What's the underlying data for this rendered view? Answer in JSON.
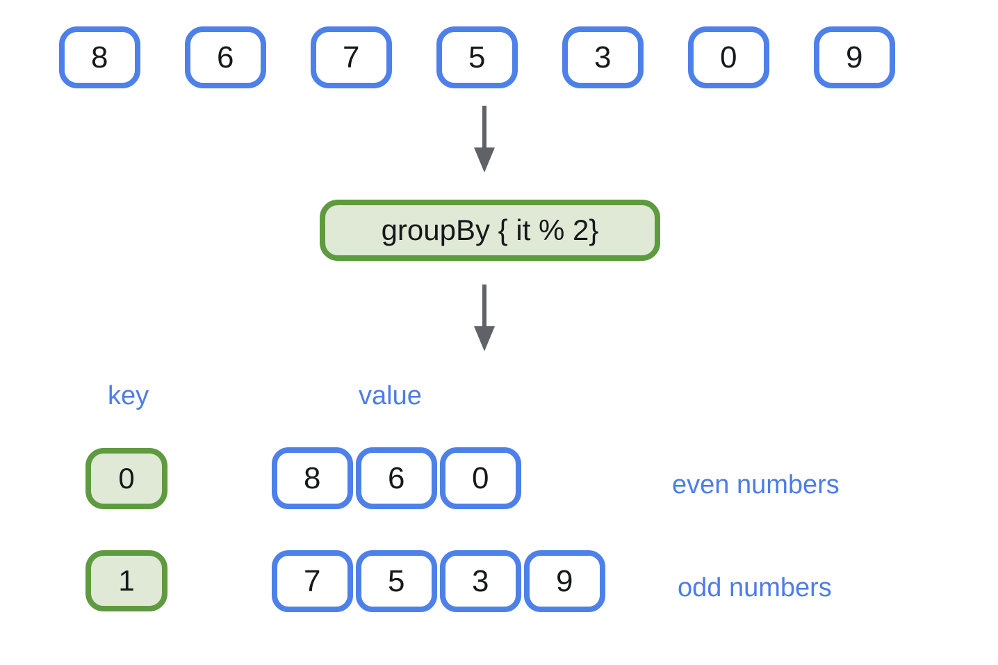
{
  "input_values": [
    "8",
    "6",
    "7",
    "5",
    "3",
    "0",
    "9"
  ],
  "operation": {
    "label": "groupBy { it % 2}"
  },
  "result": {
    "key_label": "key",
    "value_label": "value",
    "groups": [
      {
        "key": "0",
        "values": [
          "8",
          "6",
          "0"
        ],
        "annotation": "even numbers"
      },
      {
        "key": "1",
        "values": [
          "7",
          "5",
          "3",
          "9"
        ],
        "annotation": "odd numbers"
      }
    ]
  },
  "colors": {
    "bg": "#ffffff",
    "blue_border": "#4e80e9",
    "label_blue": "#4c7de8",
    "green_border": "#5e9a40",
    "green_fill": "#dfe9d6",
    "arrow_gray": "#5f6368",
    "number_text": "#17181a"
  }
}
